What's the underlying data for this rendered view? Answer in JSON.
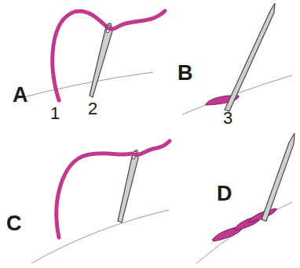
{
  "diagram": {
    "labels": [
      "A",
      "1",
      "2",
      "B",
      "3",
      "C",
      "D"
    ]
  }
}
